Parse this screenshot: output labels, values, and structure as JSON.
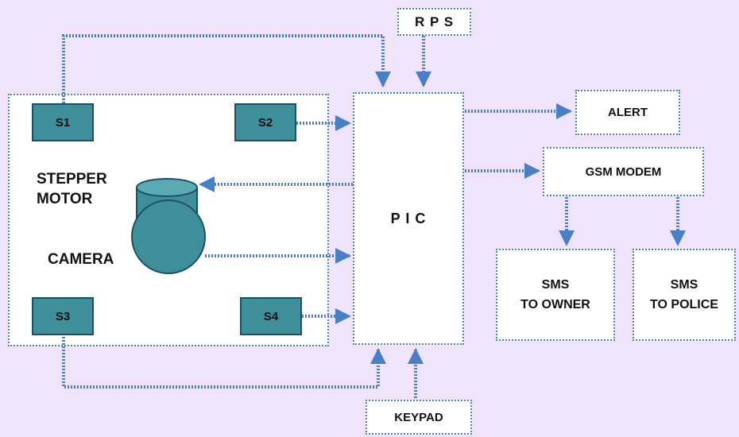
{
  "blocks": {
    "rps": "R P S",
    "pic": "P I C",
    "alert": "ALERT",
    "gsm": "GSM MODEM",
    "sms_owner_line1": "SMS",
    "sms_owner_line2": "TO OWNER",
    "sms_police_line1": "SMS",
    "sms_police_line2": "TO POLICE",
    "keypad": "KEYPAD"
  },
  "sensors": {
    "s1": "S1",
    "s2": "S2",
    "s3": "S3",
    "s4": "S4"
  },
  "labels": {
    "stepper_line1": "STEPPER",
    "stepper_line2": "MOTOR",
    "camera": "CAMERA"
  },
  "colors": {
    "background": "#efe4fb",
    "wire": "#4a7fc6",
    "sensor": "#3f8f9a",
    "camera": "#3f8f9a"
  }
}
